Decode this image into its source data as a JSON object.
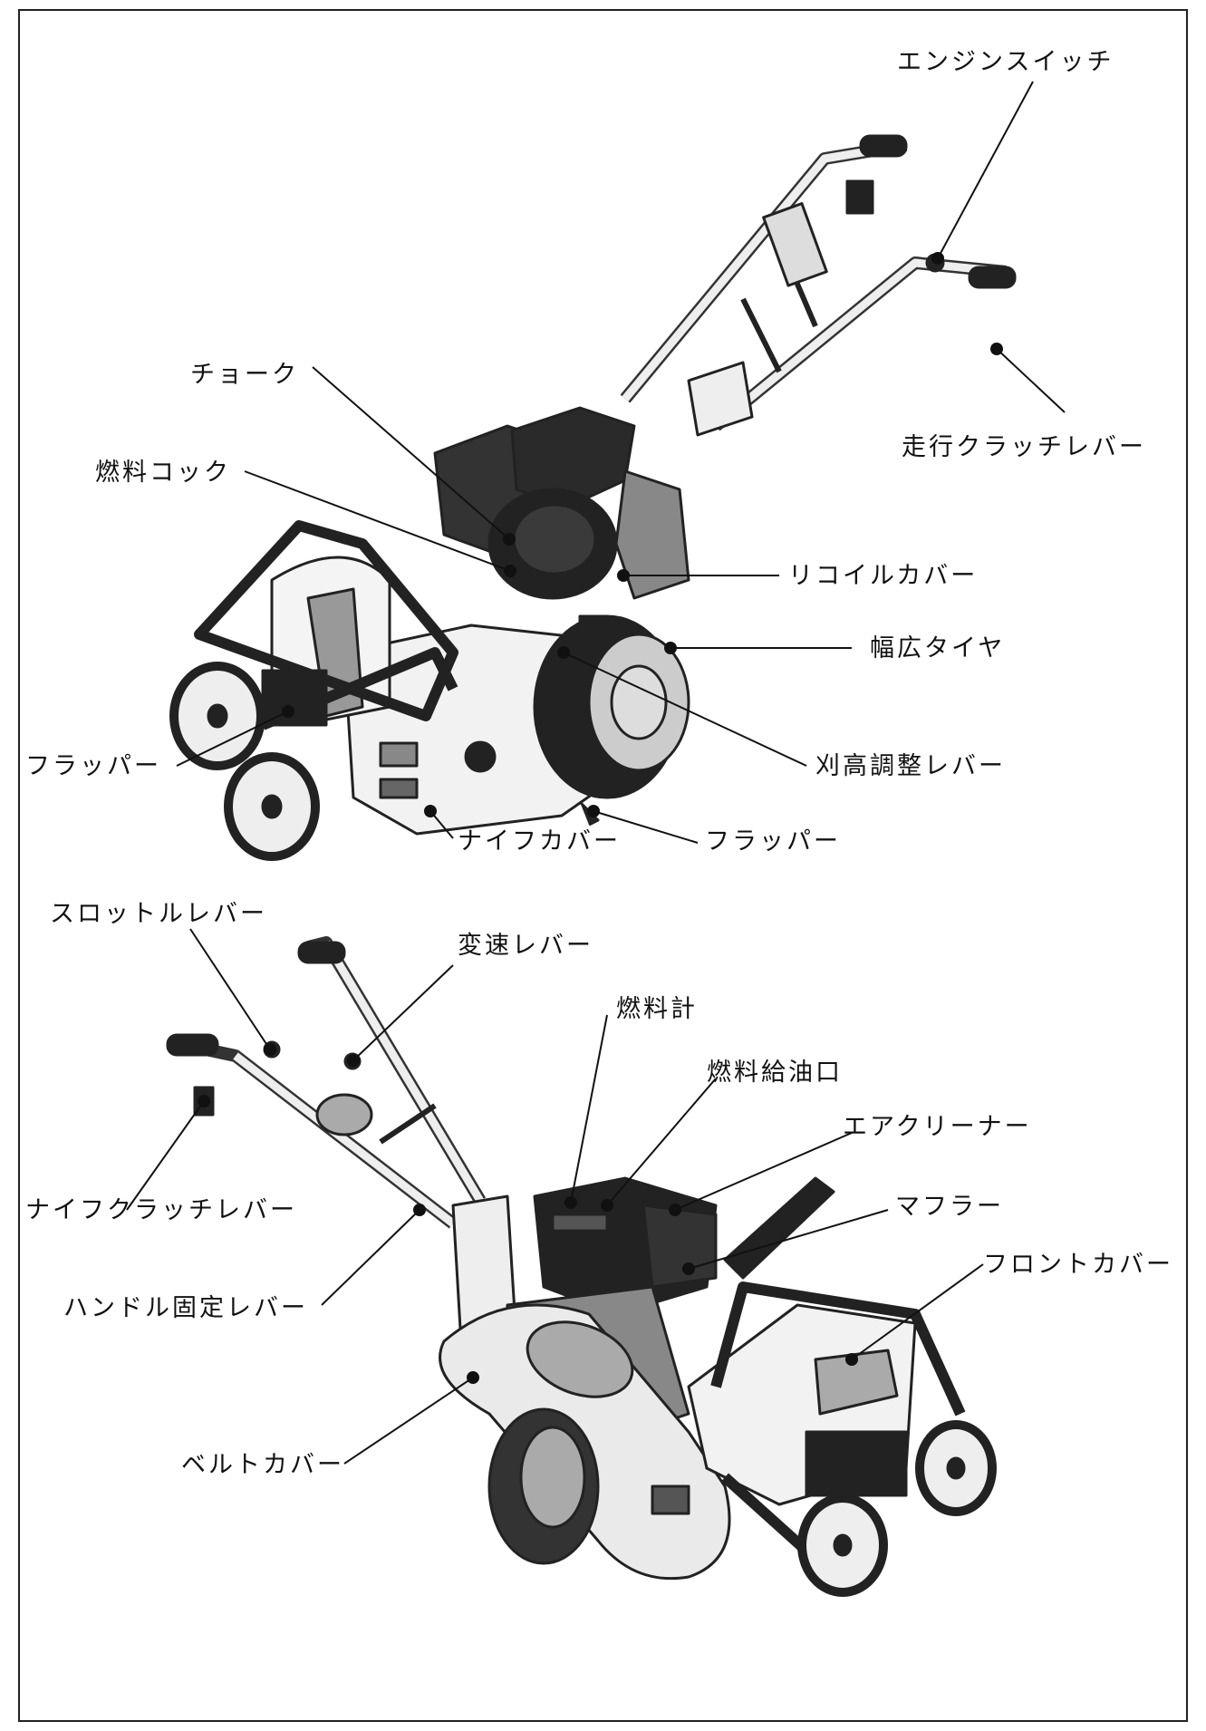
{
  "top_diagram": {
    "labels": {
      "engine_switch": "エンジンスイッチ",
      "choke": "チョーク",
      "travel_clutch_lever": "走行クラッチレバー",
      "fuel_cock": "燃料コック",
      "recoil_cover": "リコイルカバー",
      "wide_tire": "幅広タイヤ",
      "flapper_left": "フラッパー",
      "cut_height_lever": "刈高調整レバー",
      "knife_cover": "ナイフカバー",
      "flapper_bottom": "フラッパー"
    }
  },
  "bottom_diagram": {
    "labels": {
      "throttle_lever": "スロットルレバー",
      "shift_lever": "変速レバー",
      "fuel_gauge": "燃料計",
      "fuel_filler": "燃料給油口",
      "air_cleaner": "エアクリーナー",
      "knife_clutch_lever": "ナイフクラッチレバー",
      "muffler": "マフラー",
      "front_cover": "フロントカバー",
      "handle_lock_lever": "ハンドル固定レバー",
      "belt_cover": "ベルトカバー"
    }
  }
}
